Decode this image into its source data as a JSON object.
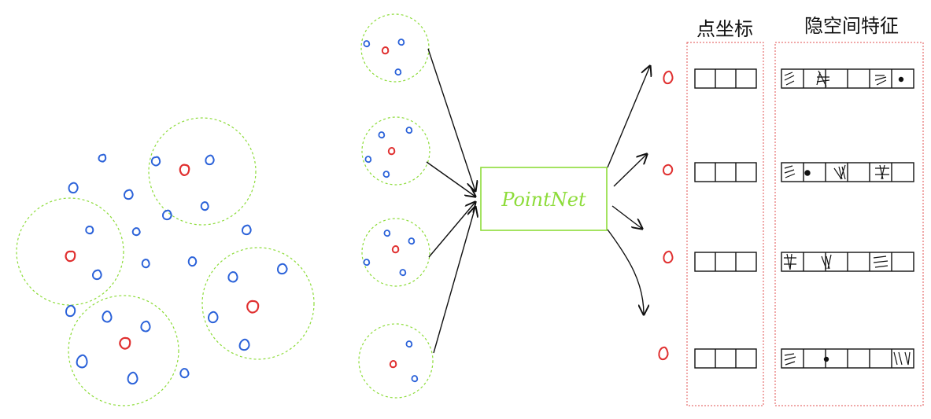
{
  "colors": {
    "center_point": "#e03030",
    "neighbor_point": "#2b62d9",
    "ball_outline": "#8ddc3a",
    "pointnet_box": "#8ddc3a",
    "output_frame": "#e05050",
    "ink": "#111111"
  },
  "pointnet_label": "PointNet",
  "column_headers": {
    "coordinates": "点坐标",
    "features": "隐空间特征"
  },
  "groups_count": 4
}
